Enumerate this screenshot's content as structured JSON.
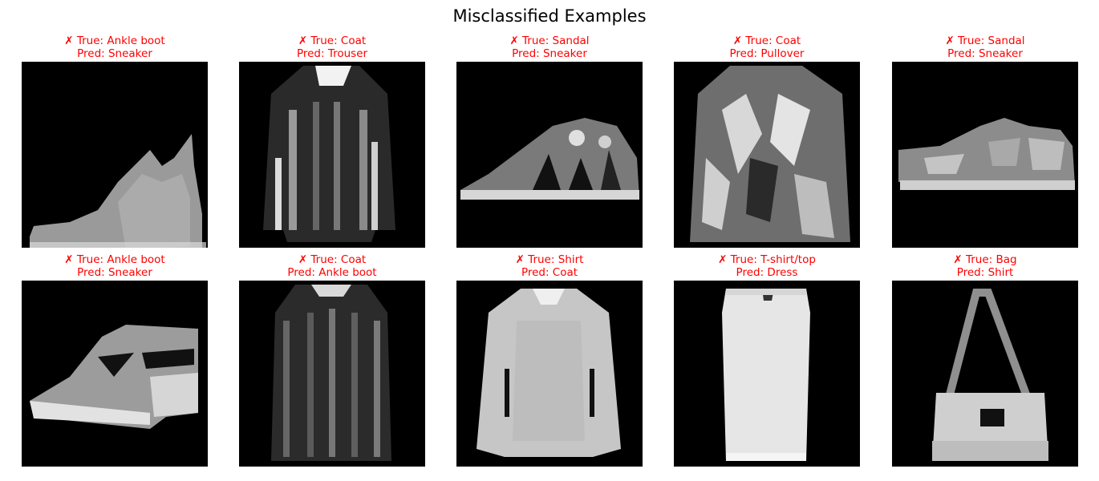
{
  "figure": {
    "title": "Misclassified Examples"
  },
  "colors": {
    "caption": "#ff0000",
    "image_background": "#000000"
  },
  "panels": [
    {
      "true_label": "✗ True: Ankle boot",
      "pred_label": "Pred: Sneaker",
      "icon": "ankle-boot-icon"
    },
    {
      "true_label": "✗ True: Coat",
      "pred_label": "Pred: Trouser",
      "icon": "coat-icon"
    },
    {
      "true_label": "✗ True: Sandal",
      "pred_label": "Pred: Sneaker",
      "icon": "sandal-icon"
    },
    {
      "true_label": "✗ True: Coat",
      "pred_label": "Pred: Pullover",
      "icon": "coat-icon"
    },
    {
      "true_label": "✗ True: Sandal",
      "pred_label": "Pred: Sneaker",
      "icon": "sandal-icon"
    },
    {
      "true_label": "✗ True: Ankle boot",
      "pred_label": "Pred: Sneaker",
      "icon": "ankle-boot-icon"
    },
    {
      "true_label": "✗ True: Coat",
      "pred_label": "Pred: Ankle boot",
      "icon": "coat-icon"
    },
    {
      "true_label": "✗ True: Shirt",
      "pred_label": "Pred: Coat",
      "icon": "shirt-icon"
    },
    {
      "true_label": "✗ True: T-shirt/top",
      "pred_label": "Pred: Dress",
      "icon": "tshirt-icon"
    },
    {
      "true_label": "✗ True: Bag",
      "pred_label": "Pred: Shirt",
      "icon": "bag-icon"
    }
  ]
}
